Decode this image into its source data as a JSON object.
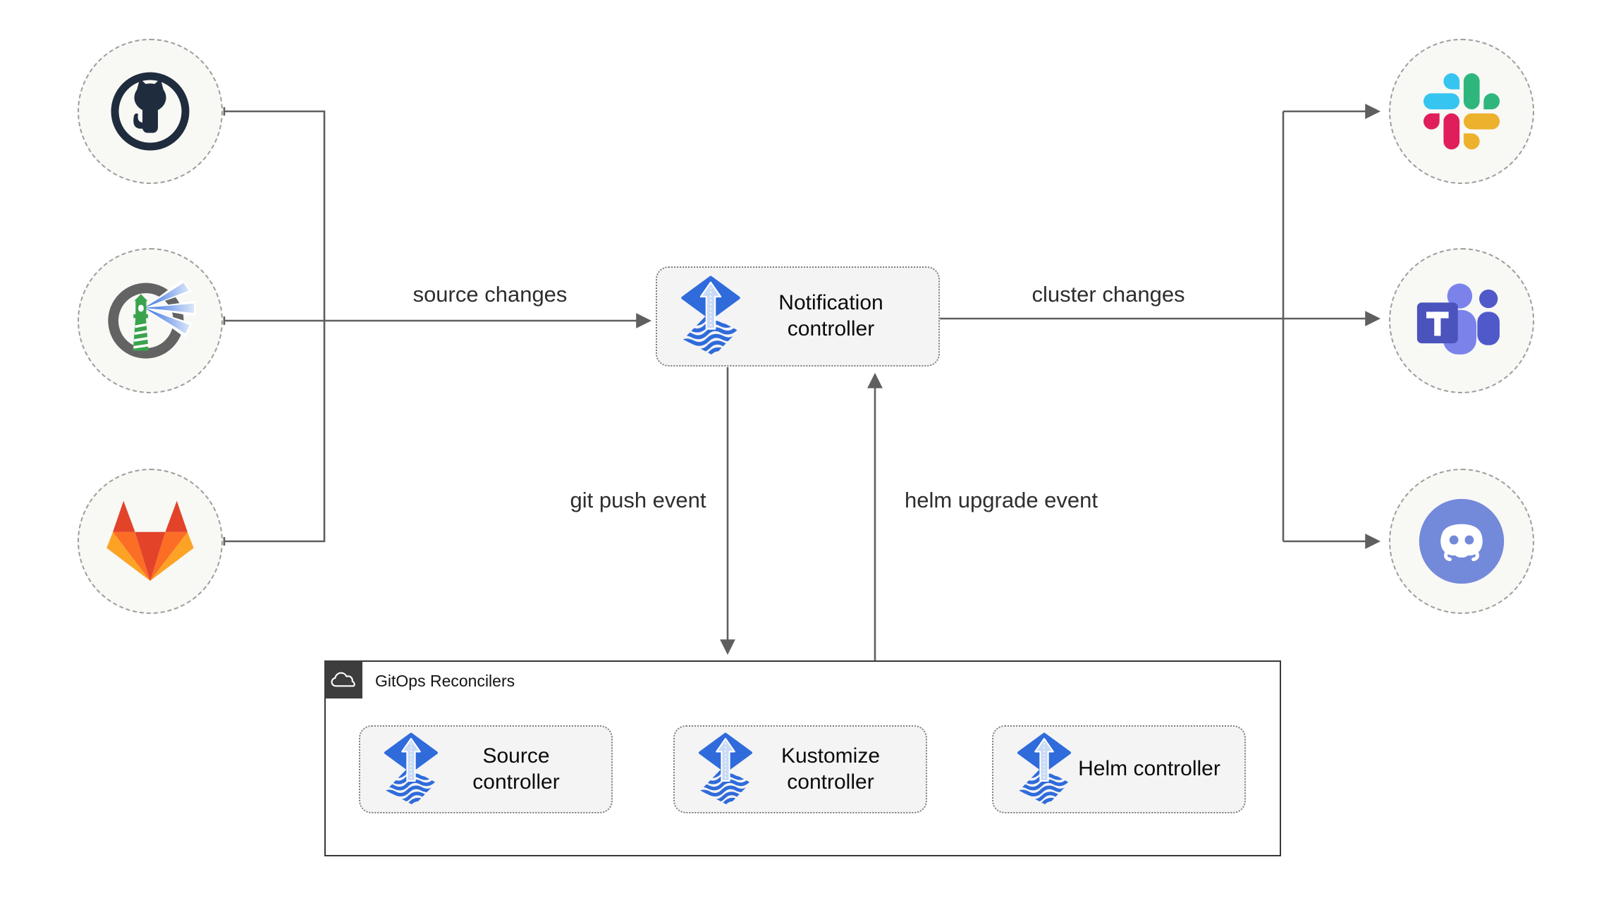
{
  "nodes": {
    "notification": {
      "label": "Notification controller"
    },
    "source": {
      "label": "Source controller"
    },
    "kustomize": {
      "label": "Kustomize controller"
    },
    "helm": {
      "label": "Helm controller"
    }
  },
  "container": {
    "label": "GitOps Reconcilers"
  },
  "edges": {
    "source_changes": {
      "label": "source changes"
    },
    "cluster_changes": {
      "label": "cluster changes"
    },
    "git_push_event": {
      "label": "git push event"
    },
    "helm_upgrade_event": {
      "label": "helm upgrade event"
    }
  },
  "sources": [
    {
      "name": "github",
      "icon": "github-icon"
    },
    {
      "name": "harbor",
      "icon": "harbor-icon"
    },
    {
      "name": "gitlab",
      "icon": "gitlab-icon"
    }
  ],
  "targets": [
    {
      "name": "slack",
      "icon": "slack-icon"
    },
    {
      "name": "microsoft-teams",
      "icon": "teams-icon"
    },
    {
      "name": "discord",
      "icon": "discord-icon"
    }
  ],
  "colors": {
    "line": "#5f5f5f",
    "edge_label_text": "#2e2e2e",
    "node_fill": "#f4f4f4",
    "node_border_dotted": "#7f7f7f",
    "circle_fill": "#f8f8f5",
    "circle_border_dashed": "#9e9e9e",
    "container_border": "#383838",
    "container_header_fill": "#3d3d3d",
    "flux_blue": "#2f6bdb",
    "flux_arrow_light": "#c9daf6",
    "github_dark": "#1f2c3d",
    "harbor_ring_gray": "#636363",
    "harbor_green": "#3aa34d",
    "gitlab_red": "#e24329",
    "gitlab_orange": "#fc6d26",
    "gitlab_yellow": "#fca326",
    "slack_blue": "#36c5f0",
    "slack_green": "#2eb67d",
    "slack_yellow": "#ecb22e",
    "slack_red": "#e01e5a",
    "teams_purple": "#4b53bc",
    "teams_purple_light": "#7b83eb",
    "teams_purple_mid": "#5059c9",
    "discord_purple": "#7389da"
  }
}
